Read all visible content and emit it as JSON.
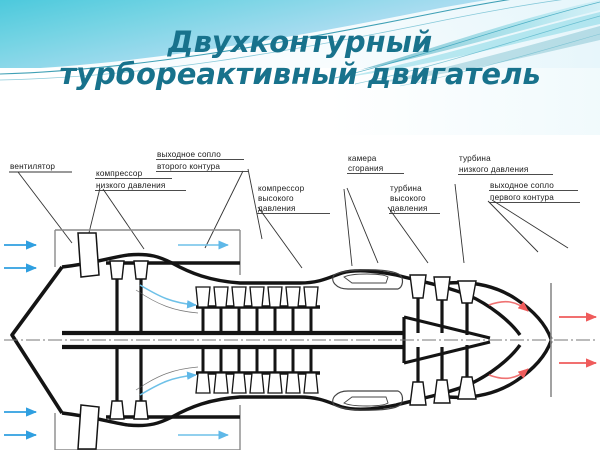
{
  "slide": {
    "title_line_1": "Двухконтурный",
    "title_line_2": "турбореактивный двигатель",
    "title_color": "#18728c",
    "banner_colors": {
      "sky": "#a9dcf0",
      "teal": "#56c8d8",
      "deep_teal": "#1f8fa8",
      "white": "#ffffff"
    }
  },
  "diagram": {
    "name": "turbofan-engine-cutaway-diagram",
    "axis_style": "dash-dot centerline",
    "labels": [
      {
        "id": "fan",
        "lines": [
          "вентилятор"
        ]
      },
      {
        "id": "bypass-nozzle",
        "lines": [
          "выходное сопло",
          "второго контура"
        ]
      },
      {
        "id": "lp-compressor",
        "lines": [
          "компрессор",
          "низкого давления"
        ]
      },
      {
        "id": "hp-compressor",
        "lines": [
          "компрессор",
          "высокого",
          "давления"
        ]
      },
      {
        "id": "combustion-chamber",
        "lines": [
          "камера",
          "сгорания"
        ]
      },
      {
        "id": "hp-turbine",
        "lines": [
          "турбина",
          "высокого",
          "давления"
        ]
      },
      {
        "id": "lp-turbine",
        "lines": [
          "турбина",
          "низкого давления"
        ]
      },
      {
        "id": "core-nozzle",
        "lines": [
          "выходное сопло",
          "первого контура"
        ]
      }
    ],
    "flow": {
      "inlet_arrow_color": "#2f9fe0",
      "bypass_arrow_color": "#2f9fe0",
      "core_arrow_color": "#9ed3ee",
      "exhaust_arrow_color": "#ef5b5b",
      "inlet_arrows": 4,
      "bypass_arrows": 2,
      "exhaust_arrows": 2
    },
    "line_color": "#141414"
  }
}
